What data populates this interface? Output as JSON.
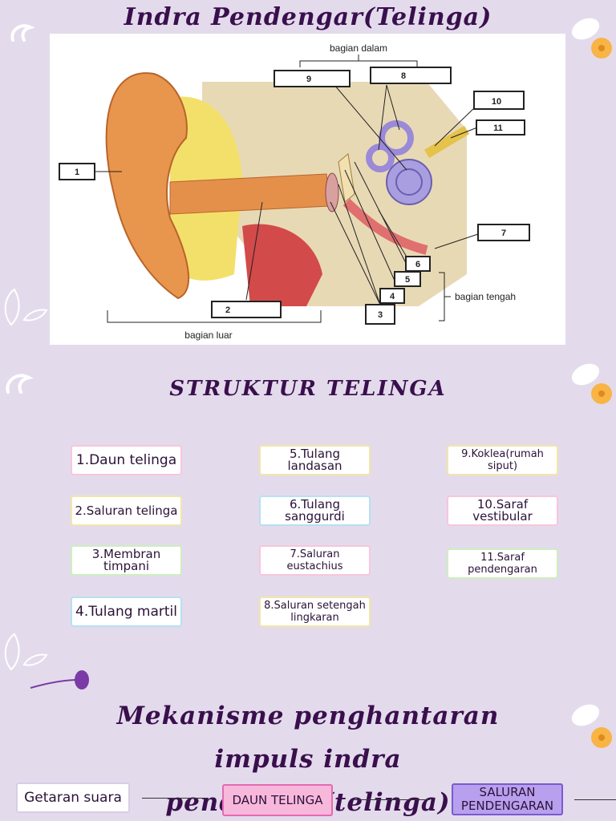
{
  "header": {
    "title": "Indra Pendengar(Telinga)"
  },
  "diagram": {
    "top_caption": "bagian dalam",
    "bottom_caption": "bagian luar",
    "right_caption": "bagian tengah",
    "labels": [
      "1",
      "2",
      "3",
      "4",
      "5",
      "6",
      "7",
      "8",
      "9",
      "10",
      "11"
    ]
  },
  "structure": {
    "title": "STRUKTUR TELINGA",
    "items": [
      "1.Daun telinga",
      "2.Saluran telinga",
      "3.Membran timpani",
      "4.Tulang martil",
      "5.Tulang landasan",
      "6.Tulang sanggurdi",
      "7.Saluran eustachius",
      "8.Saluran setengah lingkaran",
      "9.Koklea(rumah siput)",
      "10.Saraf vestibular",
      "11.Saraf pendengaran"
    ]
  },
  "mechanism": {
    "title": "Mekanisme penghantaran impuls indra pendengar(telinga)",
    "steps": [
      "Getaran suara",
      "DAUN TELINGA",
      "SALURAN PENDENGARAN"
    ]
  },
  "colors": {
    "background": "#e3dbec",
    "title": "#3a0f4d",
    "pink_box": "#f8b8dc",
    "purple_box": "#b9a0ee"
  }
}
